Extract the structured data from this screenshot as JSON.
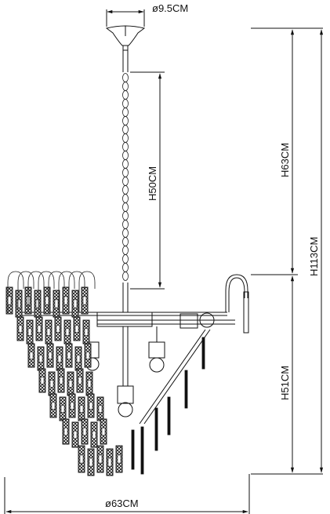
{
  "dimensions": {
    "canopy_diameter": "ø9.5CM",
    "chain_height": "H50CM",
    "upper_height": "H63CM",
    "total_height": "H113CM",
    "body_height": "H51CM",
    "overall_diameter": "ø63CM"
  }
}
